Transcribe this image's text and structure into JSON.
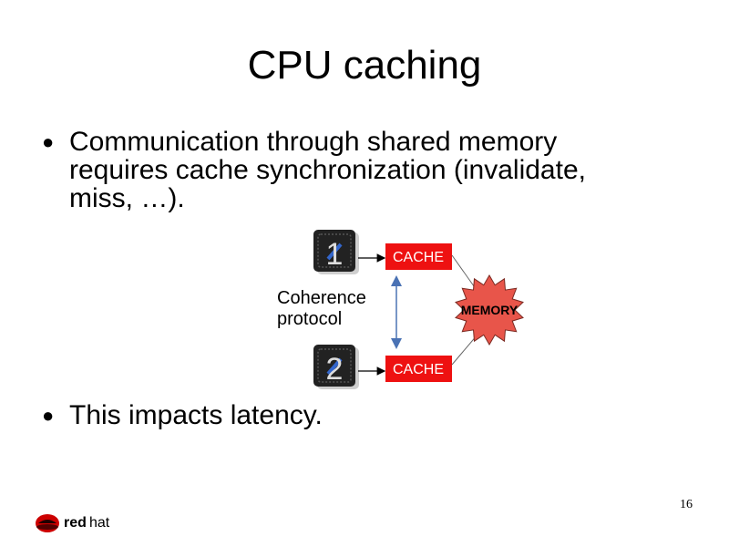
{
  "slide": {
    "title": "CPU caching",
    "bullets": [
      {
        "lines": [
          "Communication through shared memory",
          "requires cache synchronization (invalidate,",
          "miss, …)."
        ]
      },
      {
        "lines": [
          "This impacts latency."
        ]
      }
    ],
    "page_number": "16"
  },
  "diagram": {
    "cpu_1_label": "1",
    "cpu_2_label": "2",
    "cache_1_label": "CACHE",
    "cache_2_label": "CACHE",
    "memory_label": "MEMORY",
    "coherence_line_1": "Coherence",
    "coherence_line_2": "protocol"
  },
  "brand": {
    "logo_text_bold": "red",
    "logo_text_light": "hat"
  },
  "colors": {
    "cache_fill": "#ee1111",
    "memory_fill": "#e8554a",
    "chip_dark": "#222222",
    "coherence_arrow": "#4a72b4"
  }
}
